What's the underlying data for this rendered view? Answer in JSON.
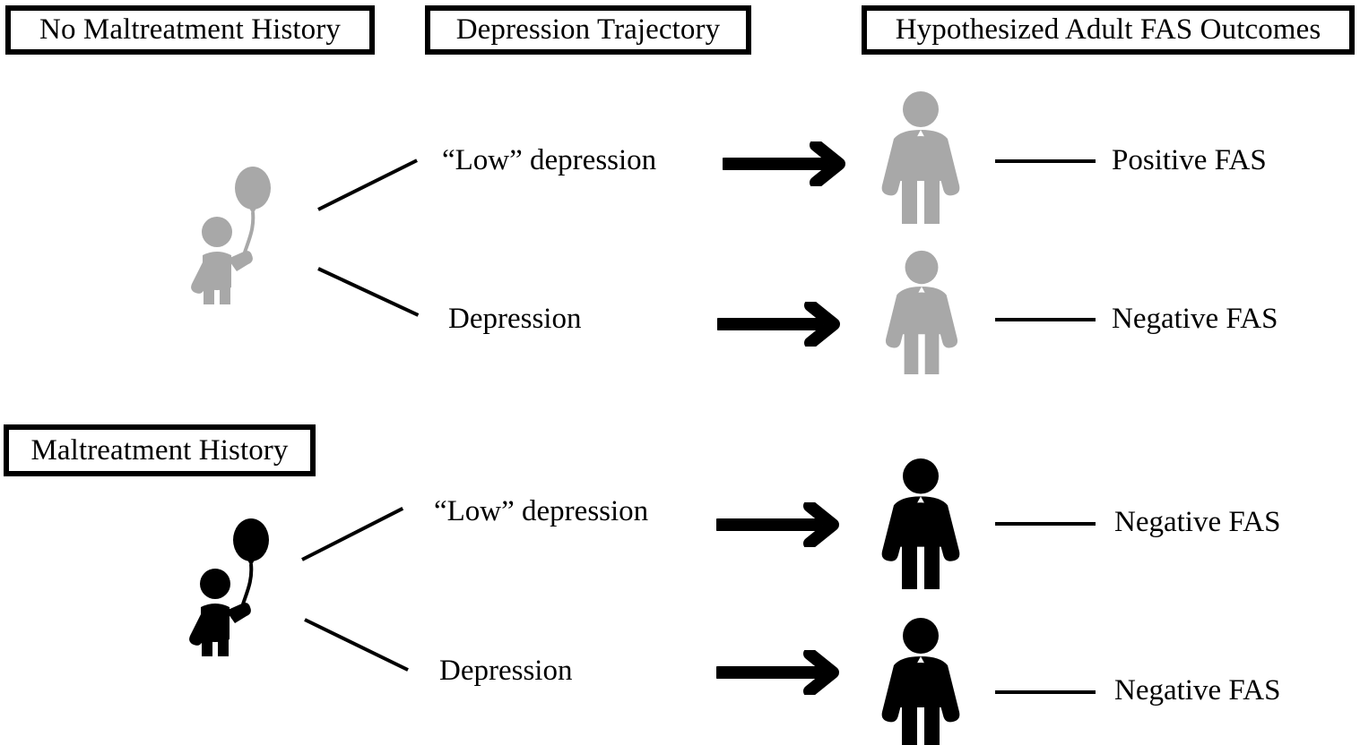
{
  "diagram": {
    "title_headers": [
      {
        "name": "no-maltreatment-history",
        "label": "No Maltreatment History"
      },
      {
        "name": "depression-trajectory",
        "label": "Depression Trajectory"
      },
      {
        "name": "hypothesized-adult-fas-outcomes",
        "label": "Hypothesized Adult FAS Outcomes"
      },
      {
        "name": "maltreatment-history",
        "label": "Maltreatment History"
      }
    ],
    "groups": [
      {
        "key": "no-maltreatment",
        "header_label": "No Maltreatment History",
        "child_icon": "child-with-balloon-icon",
        "child_color": "#a8a8a8",
        "branches": [
          {
            "trajectory_label": "“Low” depression",
            "arrow_icon": "right-arrow-icon",
            "adult_icon": "adult-person-icon",
            "adult_color": "#a8a8a8",
            "outcome_label": "Positive FAS"
          },
          {
            "trajectory_label": "Depression",
            "arrow_icon": "right-arrow-icon",
            "adult_icon": "adult-person-icon",
            "adult_color": "#a8a8a8",
            "outcome_label": "Negative FAS"
          }
        ]
      },
      {
        "key": "maltreatment",
        "header_label": "Maltreatment History",
        "child_icon": "child-with-balloon-icon",
        "child_color": "#000000",
        "branches": [
          {
            "trajectory_label": "“Low” depression",
            "arrow_icon": "right-arrow-icon",
            "adult_icon": "adult-person-icon",
            "adult_color": "#000000",
            "outcome_label": "Negative FAS"
          },
          {
            "trajectory_label": "Depression",
            "arrow_icon": "right-arrow-icon",
            "adult_icon": "adult-person-icon",
            "adult_color": "#000000",
            "outcome_label": "Negative FAS"
          }
        ]
      }
    ],
    "colors": {
      "gray_figure": "#a8a8a8",
      "black_figure": "#000000",
      "line": "#000000",
      "background": "#ffffff"
    }
  }
}
